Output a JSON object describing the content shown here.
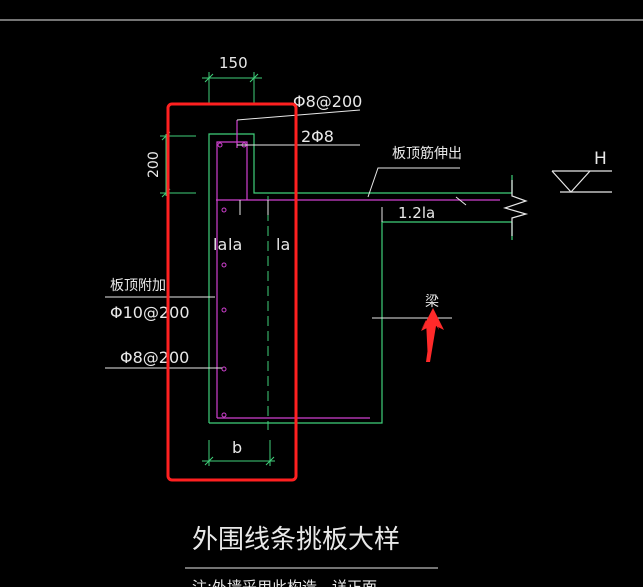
{
  "labels": {
    "dim_top": "150",
    "dim_left": "200",
    "rebar_top": "Φ8@200",
    "rebar_2": "2Φ8",
    "board_top_extend": "板顶筋伸出",
    "elev_h": "H",
    "la_12": "1.2la",
    "la_left": "la",
    "la_mid": "la",
    "la_right": "la",
    "board_add": "板顶附加",
    "rebar_10": "Φ10@200",
    "rebar_8b": "Φ8@200",
    "beam": "梁",
    "dim_b": "b",
    "title": "外围线条挑板大样",
    "subtitle_partial": "注:外墙采用此构造，详正面"
  },
  "colors": {
    "background": "#000000",
    "concrete_outline": "#3fd07a",
    "rebar": "#d040d0",
    "annotation": "#e8e8e8",
    "highlight_box": "#ff2020",
    "arrow": "#ff2a2a"
  }
}
